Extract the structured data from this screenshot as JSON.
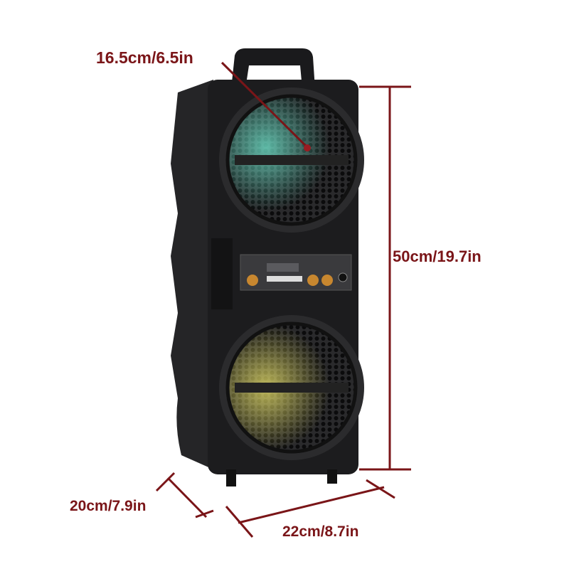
{
  "colors": {
    "annotation": "#7a1518",
    "speaker_body": "#1c1c1e",
    "background": "#ffffff"
  },
  "dimensions": {
    "top_width": "16.5cm/6.5in",
    "height": "50cm/19.7in",
    "depth": "20cm/7.9in",
    "width": "22cm/8.7in"
  }
}
